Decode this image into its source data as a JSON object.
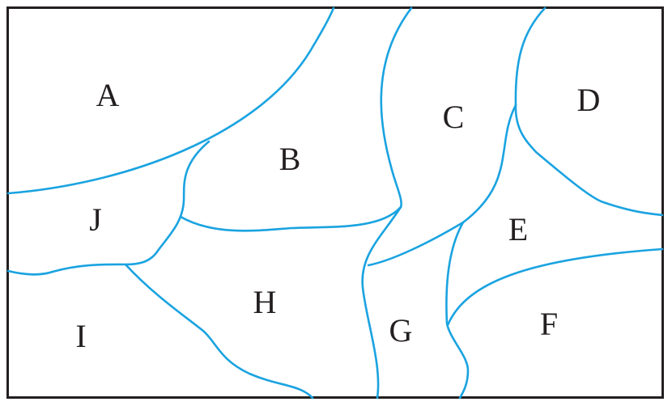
{
  "colors": {
    "frame": "#231f20",
    "border": "#1aa3e0",
    "label": "#231f20",
    "background": "#ffffff"
  },
  "regions": [
    {
      "id": "a",
      "label": "A"
    },
    {
      "id": "b",
      "label": "B"
    },
    {
      "id": "c",
      "label": "C"
    },
    {
      "id": "d",
      "label": "D"
    },
    {
      "id": "e",
      "label": "E"
    },
    {
      "id": "f",
      "label": "F"
    },
    {
      "id": "g",
      "label": "G"
    },
    {
      "id": "h",
      "label": "H"
    },
    {
      "id": "i",
      "label": "I"
    },
    {
      "id": "j",
      "label": "J"
    }
  ]
}
